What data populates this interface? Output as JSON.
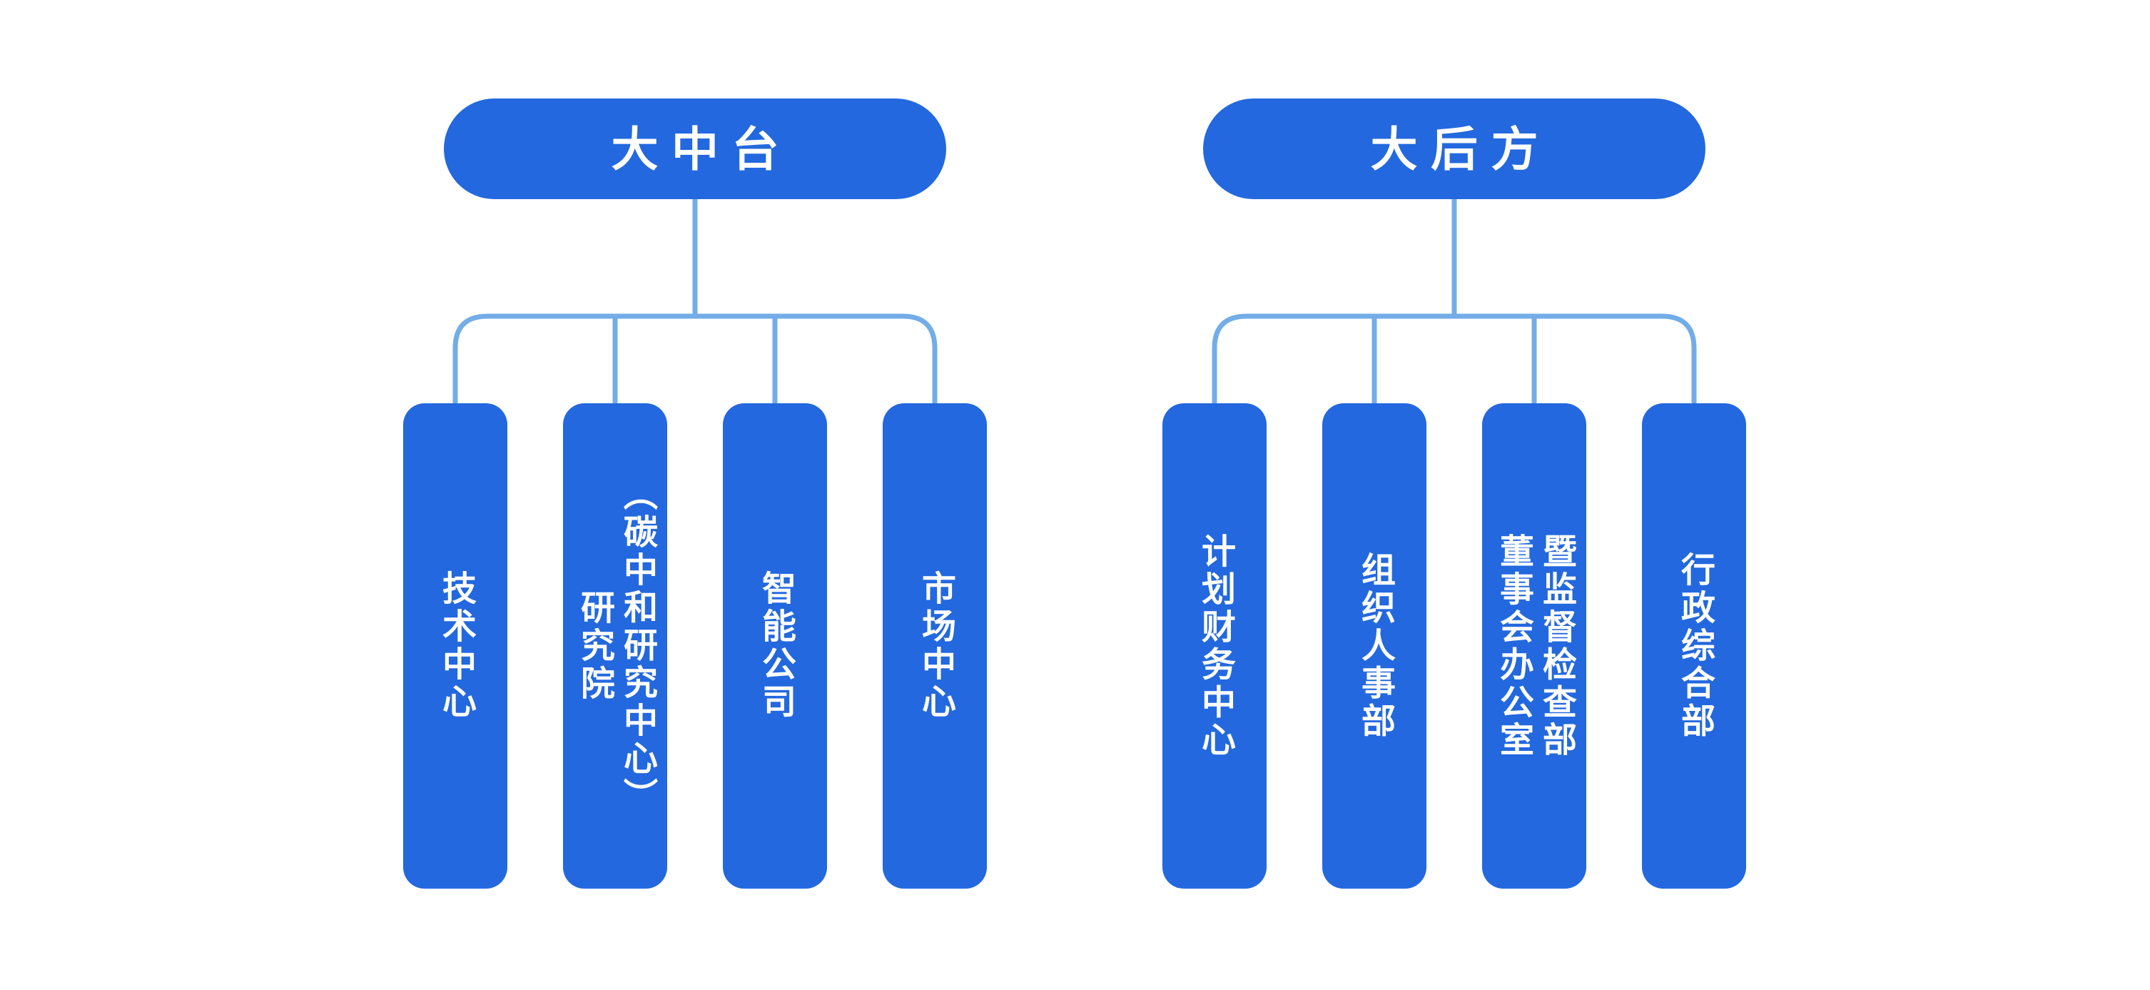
{
  "diagram": {
    "type": "org-chart",
    "background": "#ffffff",
    "colors": {
      "node_fill": "#2368DE",
      "node_text": "#ffffff",
      "connector": "#73ADE8"
    },
    "groups": [
      {
        "header": "大中台",
        "children": [
          {
            "label": "技术中心"
          },
          {
            "label": "研究院\n（碳中和研究中心）"
          },
          {
            "label": "智能公司"
          },
          {
            "label": "市场中心"
          }
        ]
      },
      {
        "header": "大后方",
        "children": [
          {
            "label": "计划财务中心"
          },
          {
            "label": "组织人事部"
          },
          {
            "label": "董事会办公室\n暨监督检查部"
          },
          {
            "label": "行政综合部"
          }
        ]
      }
    ]
  }
}
